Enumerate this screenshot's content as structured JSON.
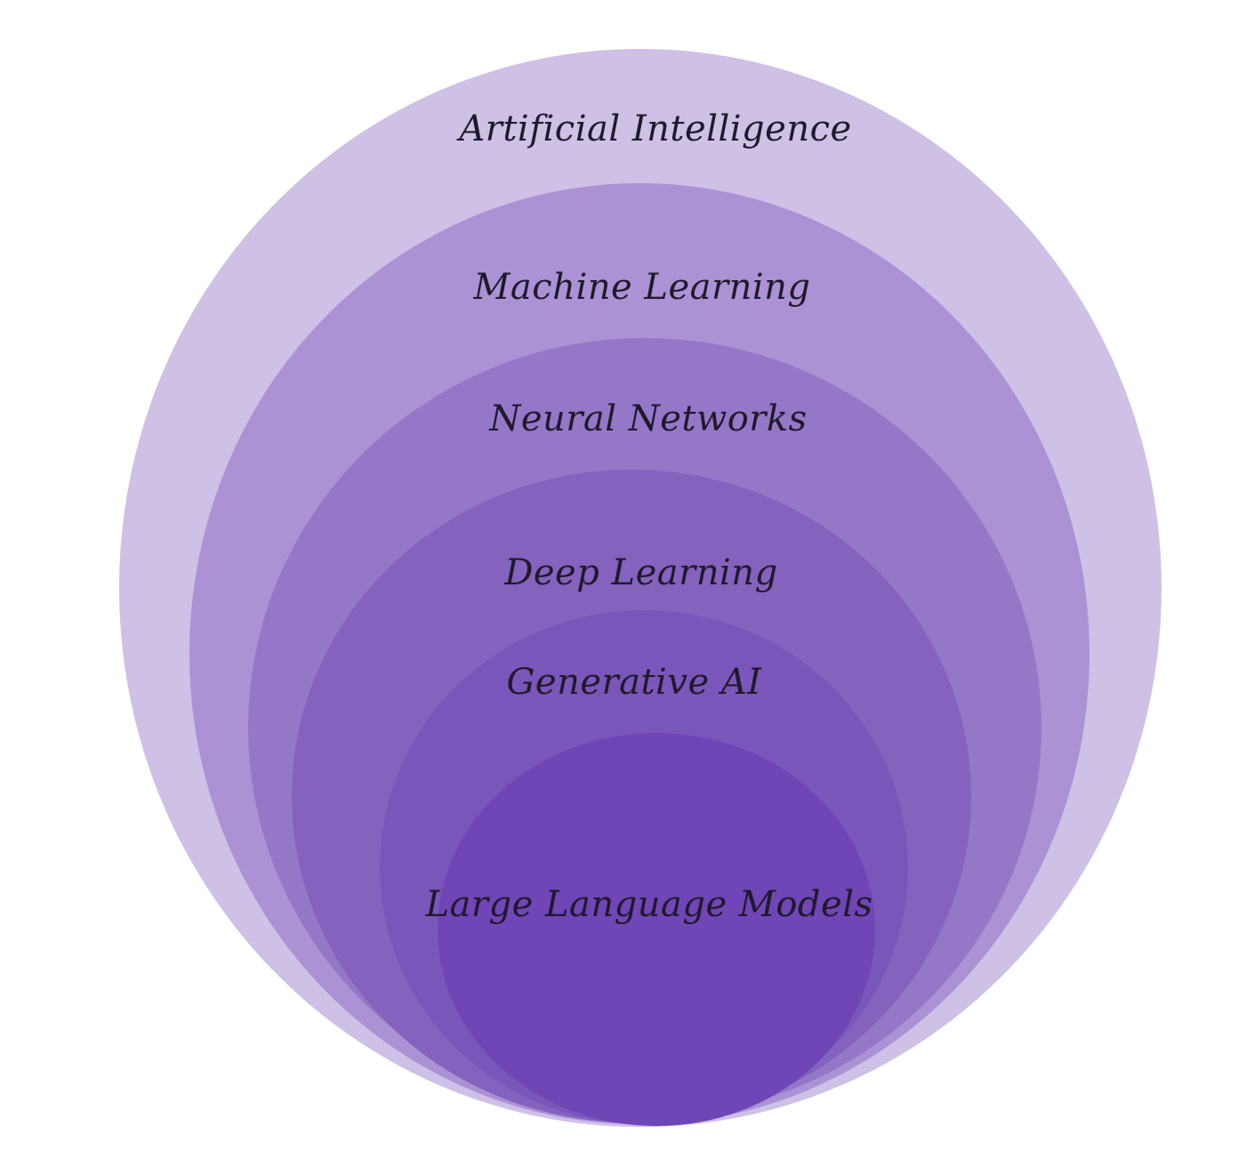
{
  "diagram": {
    "title": "",
    "layers": [
      {
        "label": "Artificial Intelligence",
        "color": "#cfc0e6"
      },
      {
        "label": "Machine Learning",
        "color": "#ab92d5"
      },
      {
        "label": "Neural Networks",
        "color": "#9577c8"
      },
      {
        "label": "Deep Learning",
        "color": "#8462be"
      },
      {
        "label": "Generative AI",
        "color": "#7a56ba"
      },
      {
        "label": "Large Language Models",
        "color": "#7045b6"
      }
    ]
  }
}
